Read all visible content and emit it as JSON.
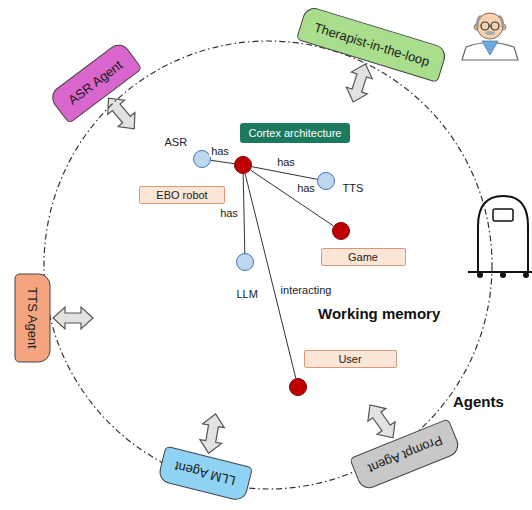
{
  "diagram": {
    "nodes": [
      {
        "text": [
          "Working memory"
        ]
      },
      {
        "text": [
          "ASR Agent"
        ]
      },
      {
        "text": [
          "Therapist-in-the-loop"
        ]
      },
      {
        "text": [
          "TTS Agent"
        ]
      },
      {
        "text": [
          "LLM Agent"
        ]
      },
      {
        "text": [
          "Prompt Agent"
        ]
      },
      {
        "text": [
          "Cortex architecture"
        ],
        "in": 0
      },
      {
        "text": [
          "EBO robot"
        ],
        "in": 0
      },
      {
        "text": [
          "ASR"
        ],
        "in": 0
      },
      {
        "text": [
          "TTS"
        ],
        "in": 0
      },
      {
        "text": [
          "Game"
        ],
        "in": 0
      },
      {
        "text": [
          "LLM"
        ],
        "in": 0
      },
      {
        "text": [
          "User"
        ],
        "in": 0
      }
    ],
    "edges": [
      {
        "from": 1,
        "to": 0,
        "arrow": "both"
      },
      {
        "from": 2,
        "to": 0,
        "arrow": "both"
      },
      {
        "from": 3,
        "to": 0,
        "arrow": "both"
      },
      {
        "from": 4,
        "to": 0,
        "arrow": "both"
      },
      {
        "from": 5,
        "to": 0,
        "arrow": "both"
      },
      {
        "from": 7,
        "to": 8,
        "label": "has",
        "arrow": "none"
      },
      {
        "from": 7,
        "to": 9,
        "label": "has",
        "arrow": "none"
      },
      {
        "from": 7,
        "to": 10,
        "label": "has",
        "arrow": "none"
      },
      {
        "from": 7,
        "to": 11,
        "label": "has",
        "arrow": "none"
      },
      {
        "from": 7,
        "to": 12,
        "label": "interacting",
        "arrow": "none"
      }
    ],
    "labels": [
      "Agents"
    ]
  }
}
